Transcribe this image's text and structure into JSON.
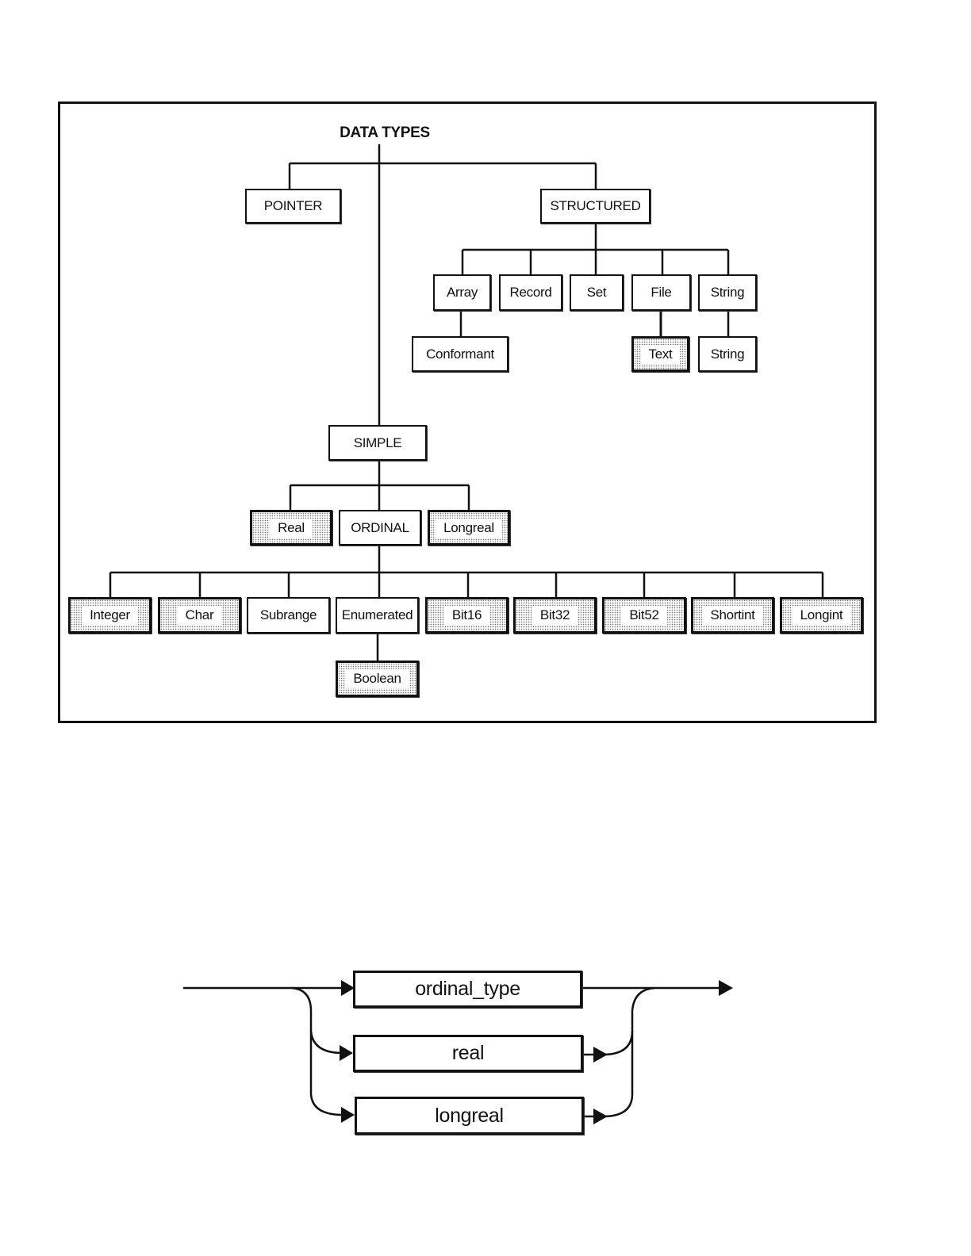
{
  "tree": {
    "root": "DATA TYPES",
    "level1": {
      "pointer": "POINTER",
      "structured": "STRUCTURED",
      "simple": "SIMPLE"
    },
    "structured_children": [
      {
        "label": "Array",
        "shaded": false,
        "child": {
          "label": "Conformant",
          "shaded": false
        }
      },
      {
        "label": "Record",
        "shaded": false
      },
      {
        "label": "Set",
        "shaded": false
      },
      {
        "label": "File",
        "shaded": false,
        "child": {
          "label": "Text",
          "shaded": true
        }
      },
      {
        "label": "String",
        "shaded": false,
        "child": {
          "label": "String",
          "shaded": false
        }
      }
    ],
    "simple_children": [
      {
        "label": "Real",
        "shaded": true
      },
      {
        "label": "ORDINAL",
        "shaded": false
      },
      {
        "label": "Longreal",
        "shaded": true
      }
    ],
    "ordinal_children": [
      {
        "label": "Integer",
        "shaded": true
      },
      {
        "label": "Char",
        "shaded": true
      },
      {
        "label": "Subrange",
        "shaded": false
      },
      {
        "label": "Enumerated",
        "shaded": false,
        "child": {
          "label": "Boolean",
          "shaded": true
        }
      },
      {
        "label": "Bit16",
        "shaded": true
      },
      {
        "label": "Bit32",
        "shaded": true
      },
      {
        "label": "Bit52",
        "shaded": true
      },
      {
        "label": "Shortint",
        "shaded": true
      },
      {
        "label": "Longint",
        "shaded": true
      }
    ]
  },
  "syntax_diagram": {
    "alternatives": [
      "ordinal_type",
      "real",
      "longreal"
    ]
  }
}
